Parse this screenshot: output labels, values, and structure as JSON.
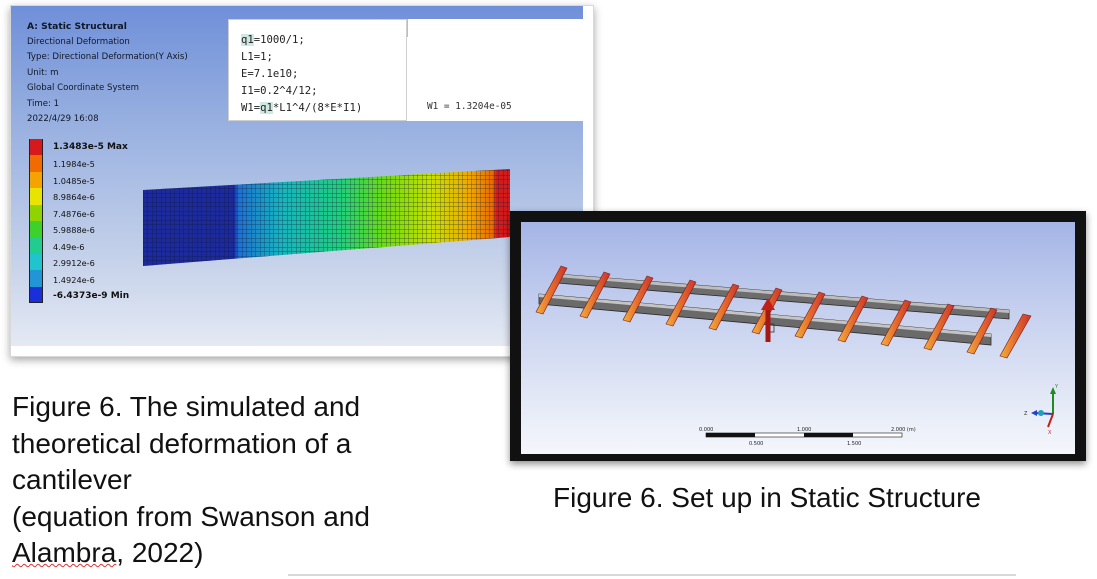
{
  "sim_panel": {
    "info": {
      "title": "A: Static Structural",
      "lines": [
        "Directional Deformation",
        "Type: Directional Deformation(Y Axis)",
        "Unit: m",
        "Global Coordinate System",
        "Time: 1",
        "2022/4/29 16:08"
      ]
    },
    "code": {
      "line1_var": "q1",
      "line1_rest": "=1000/1;",
      "line2": "L1=1;",
      "line3": "E=7.1e10;",
      "line4": "I1=0.2^4/12;",
      "line5_a": "W1=",
      "line5_var": "q1",
      "line5_b": "*L1^4/(8*E*I1)"
    },
    "result": "W1 = 1.3204e-05",
    "legend": {
      "max_label": "1.3483e-5 Max",
      "mid_labels": [
        "1.1984e-5",
        "1.0485e-5",
        "8.9864e-6",
        "7.4876e-6",
        "5.9888e-6",
        "4.49e-6",
        "2.9912e-6",
        "1.4924e-6"
      ],
      "min_label": "-6.4373e-9 Min",
      "colors": [
        "#d6191c",
        "#f06b00",
        "#f5a300",
        "#e6e400",
        "#8fd300",
        "#3ed12c",
        "#22cc90",
        "#1fc4cc",
        "#2295d6",
        "#1a2fd8"
      ]
    }
  },
  "struct_panel": {
    "scale_top": [
      "0.000",
      "1.000",
      "2.000 (m)"
    ],
    "scale_bottom": [
      "0.500",
      "1.500"
    ],
    "axis_labels": {
      "y": "Y",
      "z": "Z",
      "x": "X"
    }
  },
  "captions": {
    "left_lines": [
      "Figure 6. The simulated and",
      "theoretical deformation of a",
      "cantilever",
      "(equation from Swanson and"
    ],
    "left_last_underlined": "Alambra",
    "left_last_rest": ", 2022)",
    "right": "Figure 6. Set up in Static Structure"
  }
}
